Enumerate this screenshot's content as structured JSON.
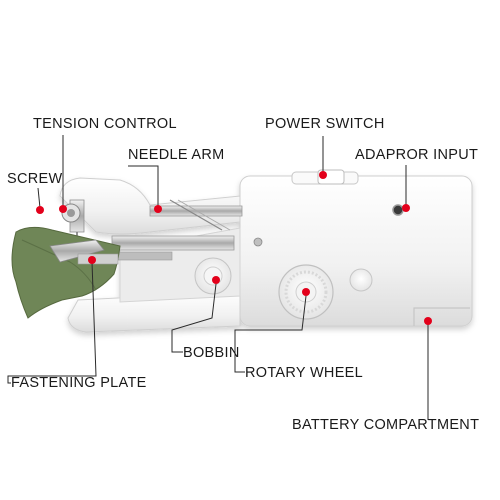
{
  "labels": {
    "tension_control": "TENSION CONTROL",
    "power_switch": "POWER SWITCH",
    "needle_arm": "NEEDLE ARM",
    "adaptor_input": "ADAPROR INPUT",
    "screw": "SCREW",
    "bobbin": "BOBBIN",
    "rotary_wheel": "ROTARY WHEEL",
    "fastening_plate": "FASTENING PLATE",
    "battery_compartment": "BATTERY COMPARTMENT"
  },
  "colors": {
    "marker": "#e3001b",
    "leader_line": "#2a2a2a",
    "body": "#f4f4f4",
    "fabric": "#6f8657"
  }
}
